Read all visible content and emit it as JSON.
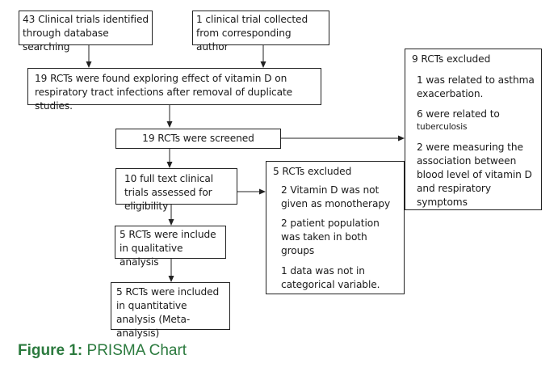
{
  "boxes": {
    "identified_db": "43 Clinical trials identified through database searching",
    "collected_author": "1 clinical trial collected from corresponding author",
    "found": "19 RCTs were found exploring effect of vitamin D on respiratory tract infections after removal of duplicate  studies.",
    "screened": "19 RCTs were screened",
    "fulltext": "10 full text clinical trials assessed for eligibility",
    "qualitative": "5 RCTs were include in qualitative analysis",
    "quantitative": "5 RCTs were included in quantitative analysis (Meta-analysis)"
  },
  "excluded_9": {
    "title": "9 RCTs excluded",
    "reason1": "1 was related to asthma exacerbation.",
    "reason2_a": "6 were related to",
    "reason2_b": "tuberculosis",
    "reason3": "2 were measuring the association between blood level of vitamin D and respiratory symptoms"
  },
  "excluded_5": {
    "title": "5 RCTs excluded",
    "reason1": "2 Vitamin D was not given as monotherapy",
    "reason2": "2 patient population was taken in both groups",
    "reason3": "1 data was not in categorical variable."
  },
  "caption": {
    "label": "Figure 1:",
    "text": "PRISMA Chart"
  },
  "colors": {
    "caption": "#2b7a3e",
    "lines": "#222222"
  }
}
